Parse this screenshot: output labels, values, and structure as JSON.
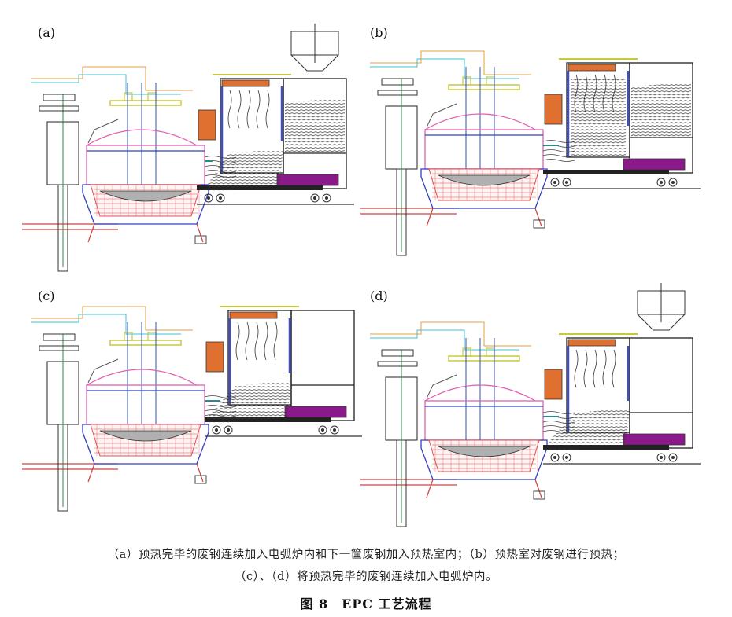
{
  "panels": [
    {
      "label": "(a)",
      "variant": "a"
    },
    {
      "label": "(b)",
      "variant": "b"
    },
    {
      "label": "(c)",
      "variant": "c"
    },
    {
      "label": "(d)",
      "variant": "d"
    }
  ],
  "caption": {
    "line1": "（a）预热完毕的废钢连续加入电弧炉内和下一筐废钢加入预热室内；（b）预热室对废钢进行预热；",
    "line2": "（c）、（d）将预热完毕的废钢连续加入电弧炉内。"
  },
  "figure_title": "图 8　EPC 工艺流程",
  "colors": {
    "vessel": "#e060b0",
    "brick": "#e05050",
    "shell": "#3040c0",
    "cyan": "#40c0d0",
    "chamber": "#202020",
    "conveyor_plate": "#8a1a8a",
    "orange_box": "#e07030",
    "yellow": "#c8c840",
    "scrap": "#333333",
    "rails": "#d04040"
  }
}
